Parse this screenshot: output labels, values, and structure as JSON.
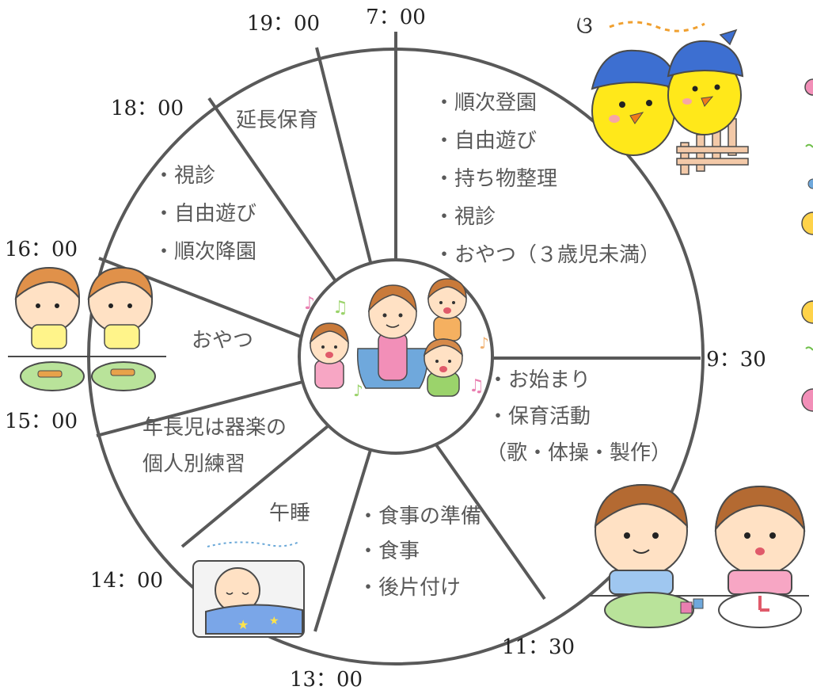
{
  "schedule": {
    "times": [
      {
        "id": "t-700",
        "label": "7：00"
      },
      {
        "id": "t-930",
        "label": "9：30"
      },
      {
        "id": "t-1130",
        "label": "11：30"
      },
      {
        "id": "t-1300",
        "label": "13：00"
      },
      {
        "id": "t-1400",
        "label": "14：00"
      },
      {
        "id": "t-1500",
        "label": "15：00"
      },
      {
        "id": "t-1600",
        "label": "16：00"
      },
      {
        "id": "t-1800",
        "label": "18：00"
      },
      {
        "id": "t-1900",
        "label": "19：00"
      }
    ],
    "segments": [
      {
        "id": "seg-morning",
        "lines": [
          "・順次登園",
          "・自由遊び",
          "・持ち物整理",
          "・視診",
          "・おやつ（３歳児未満）"
        ]
      },
      {
        "id": "seg-activity",
        "lines": [
          "・お始まり",
          "・保育活動",
          "（歌・体操・製作）"
        ]
      },
      {
        "id": "seg-lunch",
        "lines": [
          "・食事の準備",
          "・食事",
          "・後片付け"
        ]
      },
      {
        "id": "seg-nap",
        "lines": [
          "午睡"
        ]
      },
      {
        "id": "seg-practice",
        "lines": [
          "年長児は器楽の",
          "個人別練習"
        ]
      },
      {
        "id": "seg-snack",
        "lines": [
          "おやつ"
        ]
      },
      {
        "id": "seg-afternoon",
        "lines": [
          "・視診",
          "・自由遊び",
          "・順次降園"
        ]
      },
      {
        "id": "seg-extended",
        "lines": [
          "延長保育"
        ]
      }
    ]
  },
  "colors": {
    "ring": "#595959",
    "text": "#595959",
    "time_text": "#222222",
    "skin": "#ffe1c4",
    "hair": "#c97a3a",
    "chick": "#ffe81a",
    "hat": "#3d6fd1",
    "pink": "#f7a6c4",
    "blue": "#9fc7f0",
    "green": "#a8d878"
  }
}
